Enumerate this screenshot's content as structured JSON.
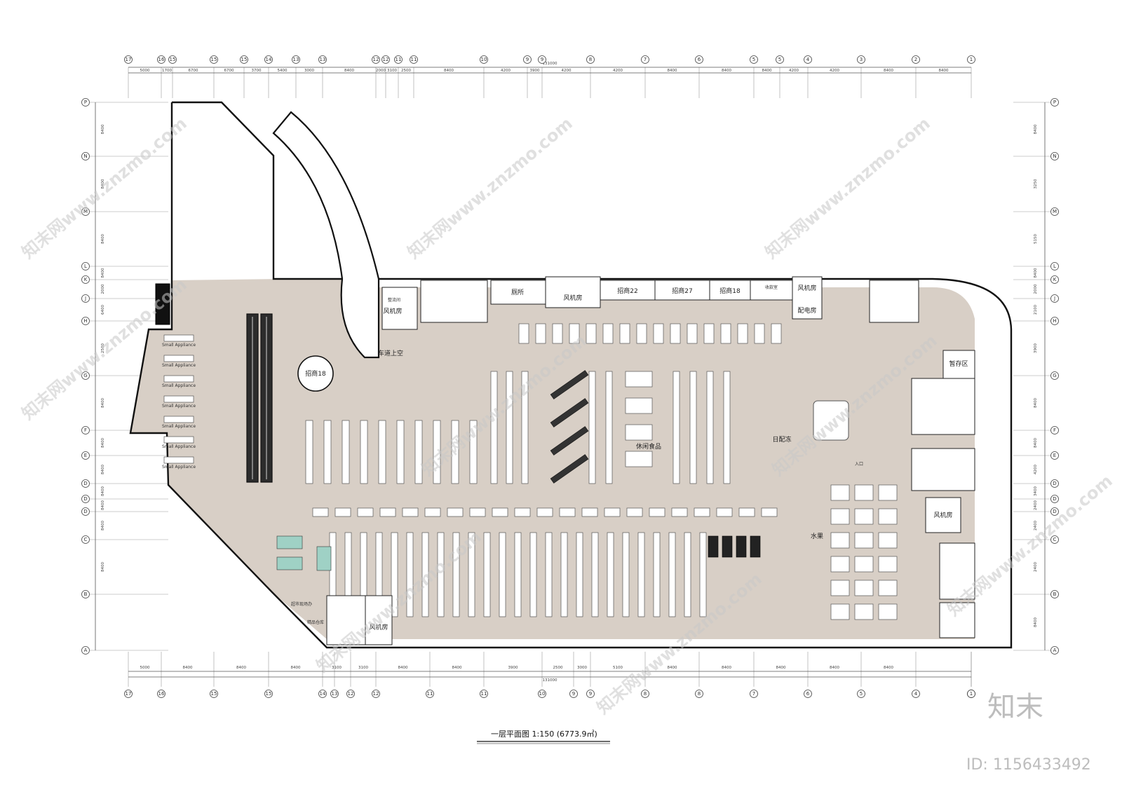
{
  "grid": {
    "top_columns": [
      "17",
      "16",
      "15",
      "15",
      "15",
      "14",
      "13",
      "13",
      "12",
      "12",
      "11",
      "11",
      "10",
      "9",
      "9",
      "8",
      "7",
      "6",
      "5",
      "5",
      "4",
      "3",
      "2",
      "1"
    ],
    "bottom_columns": [
      "17",
      "16",
      "15",
      "15",
      "14",
      "13",
      "12",
      "12",
      "11",
      "11",
      "10",
      "9",
      "9",
      "8",
      "8",
      "7",
      "6",
      "5",
      "4",
      "3",
      "2",
      "1"
    ],
    "rows": [
      "P",
      "N",
      "M",
      "L",
      "K",
      "J",
      "H",
      "G",
      "F",
      "E",
      "D",
      "D",
      "D",
      "C",
      "B",
      "A"
    ],
    "top_dims": [
      "5000",
      "1700",
      "6700",
      "6700",
      "3700",
      "5400",
      "3000",
      "8400",
      "2000",
      "3100",
      "2500",
      "8400",
      "4200",
      "3900",
      "4200",
      "4200",
      "8400",
      "8400",
      "8400",
      "4200",
      "4200",
      "8400",
      "8400",
      "8400"
    ],
    "bottom_dims": [
      "5000",
      "8400",
      "8400",
      "8400",
      "3100",
      "3100",
      "8400",
      "8400",
      "3900",
      "2500",
      "3000",
      "5100",
      "8400",
      "8400",
      "8400",
      "8400",
      "8400"
    ],
    "overall_top": "131000",
    "overall_bottom": "131000",
    "right_dims": [
      "8400",
      "3250",
      "5150",
      "8400",
      "2000",
      "2100",
      "3900",
      "8400",
      "8400",
      "4200",
      "3400",
      "2400",
      "2400",
      "2400",
      "8400",
      "8400"
    ],
    "left_dims": [
      "8400",
      "8400",
      "8400",
      "8400",
      "2000",
      "6400",
      "2500",
      "8400",
      "8400",
      "8400",
      "8400",
      "8400",
      "8400",
      "8400"
    ]
  },
  "rooms": {
    "zhaoshang18_round": "招商18",
    "chedao": "车道上空",
    "fengjifang_1": "风机房",
    "zhengliujian": "整流间",
    "cesuo": "厕所",
    "fengjifang_2": "风机房",
    "zhaoshang22": "招商22",
    "zhaoshang27": "招商27",
    "zhaoshang18": "招商18",
    "shoukuanshi": "收款室",
    "fengjifang_3": "风机房",
    "peidianfang": "配电房",
    "zancunqu": "暂存区",
    "fengjifang_4": "风机房",
    "chaoshi_xianchang": "超市现场办",
    "jingpin_cangku": "精品仓库",
    "fengjifang_5": "风机房",
    "ripei_dong": "日配冻",
    "xiuxian": "休闲食品",
    "ruyu": "入口",
    "shuiguo": "水果",
    "small_appliance": "Small Appliance"
  },
  "title": "一层平面图   1:150 (6773.9㎡)",
  "watermark": "知末网www.znzmo.com",
  "brand": "知末",
  "image_id": "ID: 1156433492",
  "colors": {
    "floor": "#d8cfc6",
    "wall": "#111111",
    "fixture": "#ffffff",
    "fixture_stroke": "#555555"
  }
}
